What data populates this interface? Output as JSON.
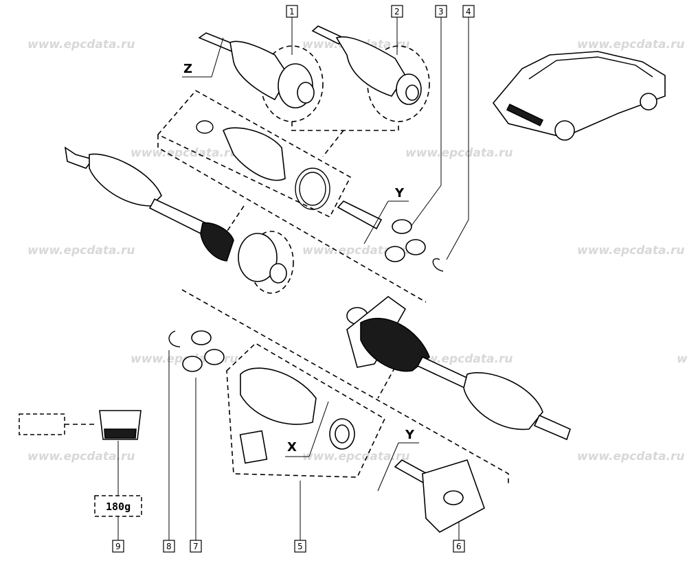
{
  "watermark": "www.epcdata.ru",
  "callouts": [
    {
      "id": "callout-1",
      "label": "1"
    },
    {
      "id": "callout-2",
      "label": "2"
    },
    {
      "id": "callout-3",
      "label": "3"
    },
    {
      "id": "callout-4",
      "label": "4"
    },
    {
      "id": "callout-5",
      "label": "5"
    },
    {
      "id": "callout-6",
      "label": "6"
    },
    {
      "id": "callout-7",
      "label": "7"
    },
    {
      "id": "callout-8",
      "label": "8"
    },
    {
      "id": "callout-9",
      "label": "9"
    }
  ],
  "dimensions": {
    "z": "Z",
    "y_upper": "Y",
    "y_lower": "Y",
    "x": "X"
  },
  "grease_quantity": "180g"
}
